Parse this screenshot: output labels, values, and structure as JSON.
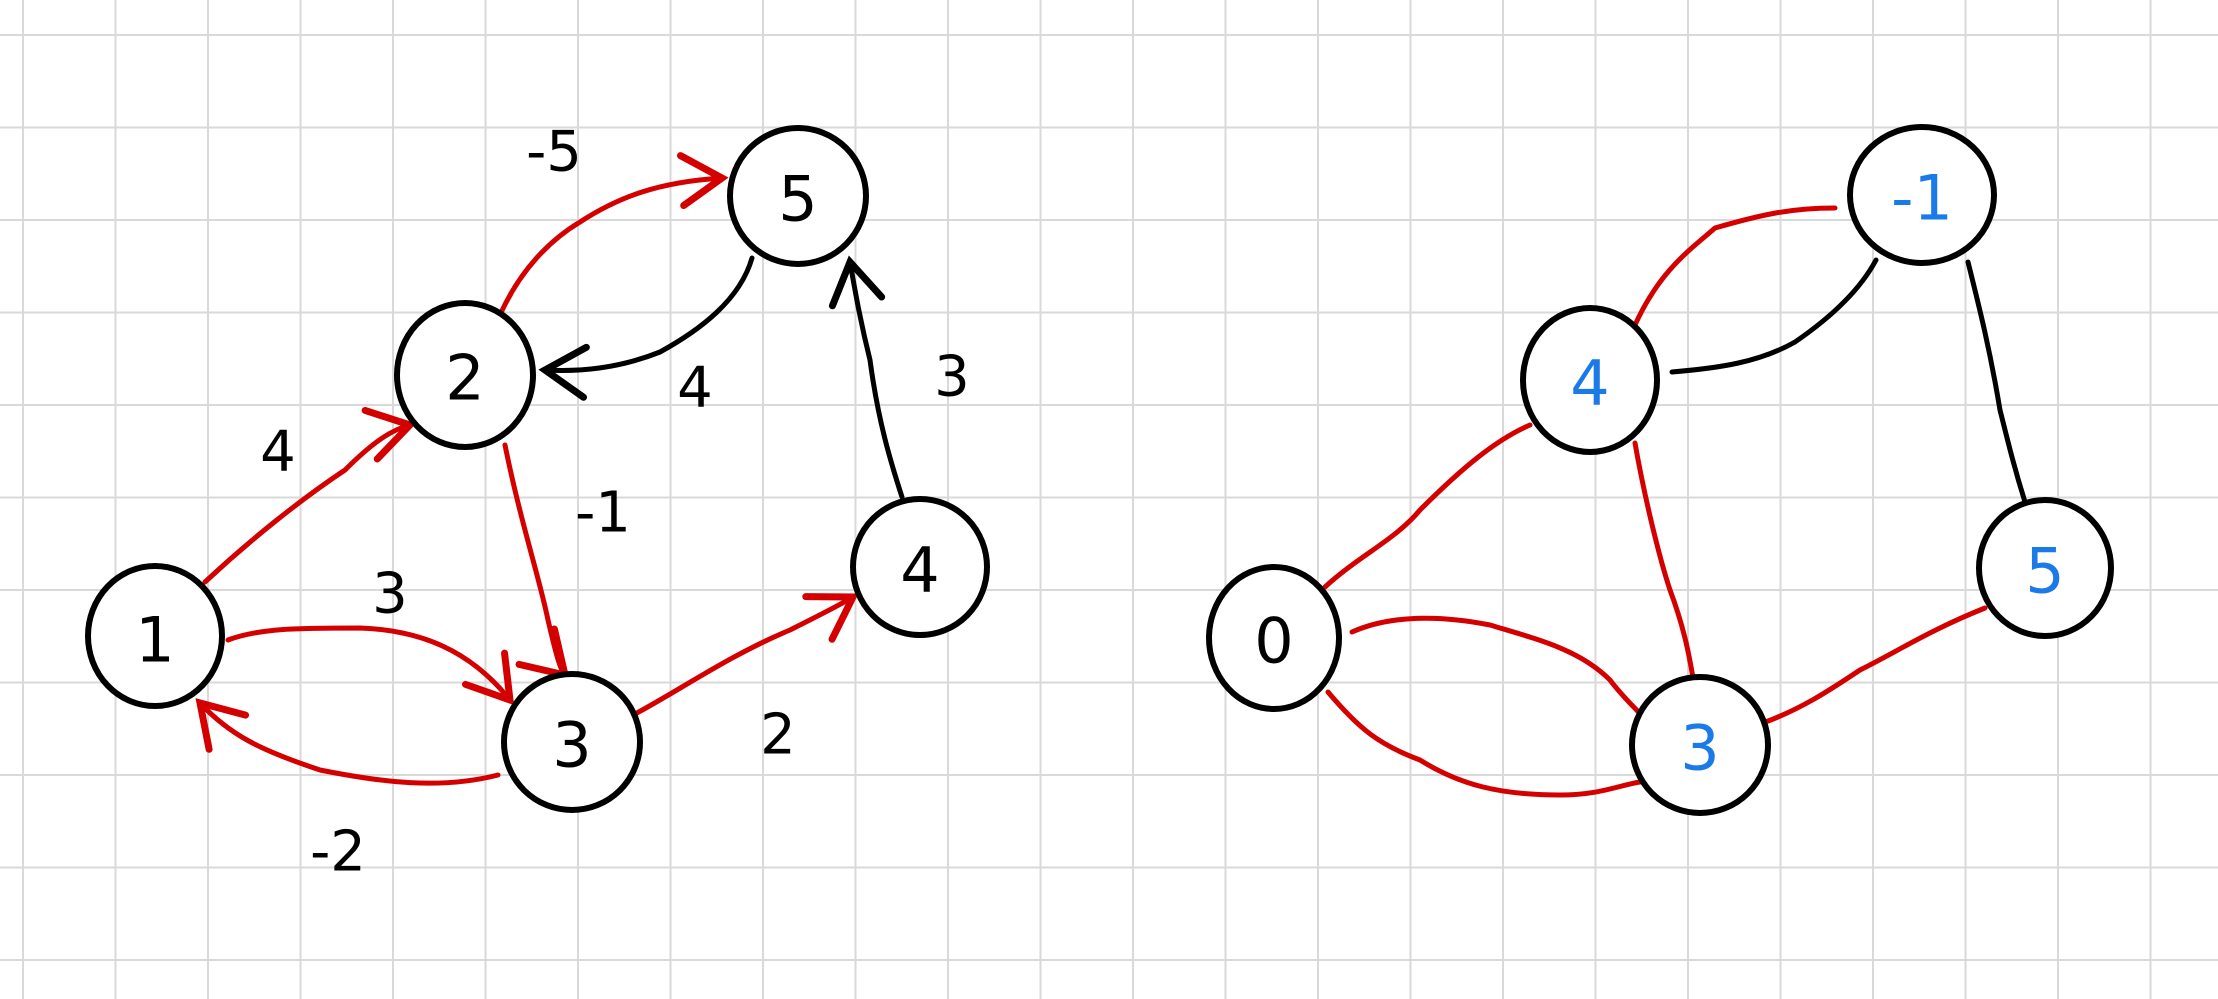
{
  "colors": {
    "highlight": "#d40000",
    "normal": "#000000",
    "potential": "#1a7ae8"
  },
  "graph_left": {
    "nodes": [
      {
        "id": "1",
        "label": "1"
      },
      {
        "id": "2",
        "label": "2"
      },
      {
        "id": "3",
        "label": "3"
      },
      {
        "id": "4",
        "label": "4"
      },
      {
        "id": "5",
        "label": "5"
      }
    ],
    "edges": [
      {
        "from": "1",
        "to": "2",
        "weight": "4",
        "highlight": true
      },
      {
        "from": "1",
        "to": "3",
        "weight": "3",
        "highlight": true
      },
      {
        "from": "3",
        "to": "1",
        "weight": "-2",
        "highlight": true
      },
      {
        "from": "2",
        "to": "3",
        "weight": "-1",
        "highlight": true
      },
      {
        "from": "2",
        "to": "5",
        "weight": "-5",
        "highlight": true
      },
      {
        "from": "5",
        "to": "2",
        "weight": "4",
        "highlight": false
      },
      {
        "from": "3",
        "to": "4",
        "weight": "2",
        "highlight": true
      },
      {
        "from": "4",
        "to": "5",
        "weight": "3",
        "highlight": false
      }
    ]
  },
  "graph_right": {
    "nodes": [
      {
        "id": "a",
        "label": "0"
      },
      {
        "id": "b",
        "label": "4"
      },
      {
        "id": "c",
        "label": "3"
      },
      {
        "id": "d",
        "label": "5"
      },
      {
        "id": "e",
        "label": "-1"
      }
    ]
  }
}
